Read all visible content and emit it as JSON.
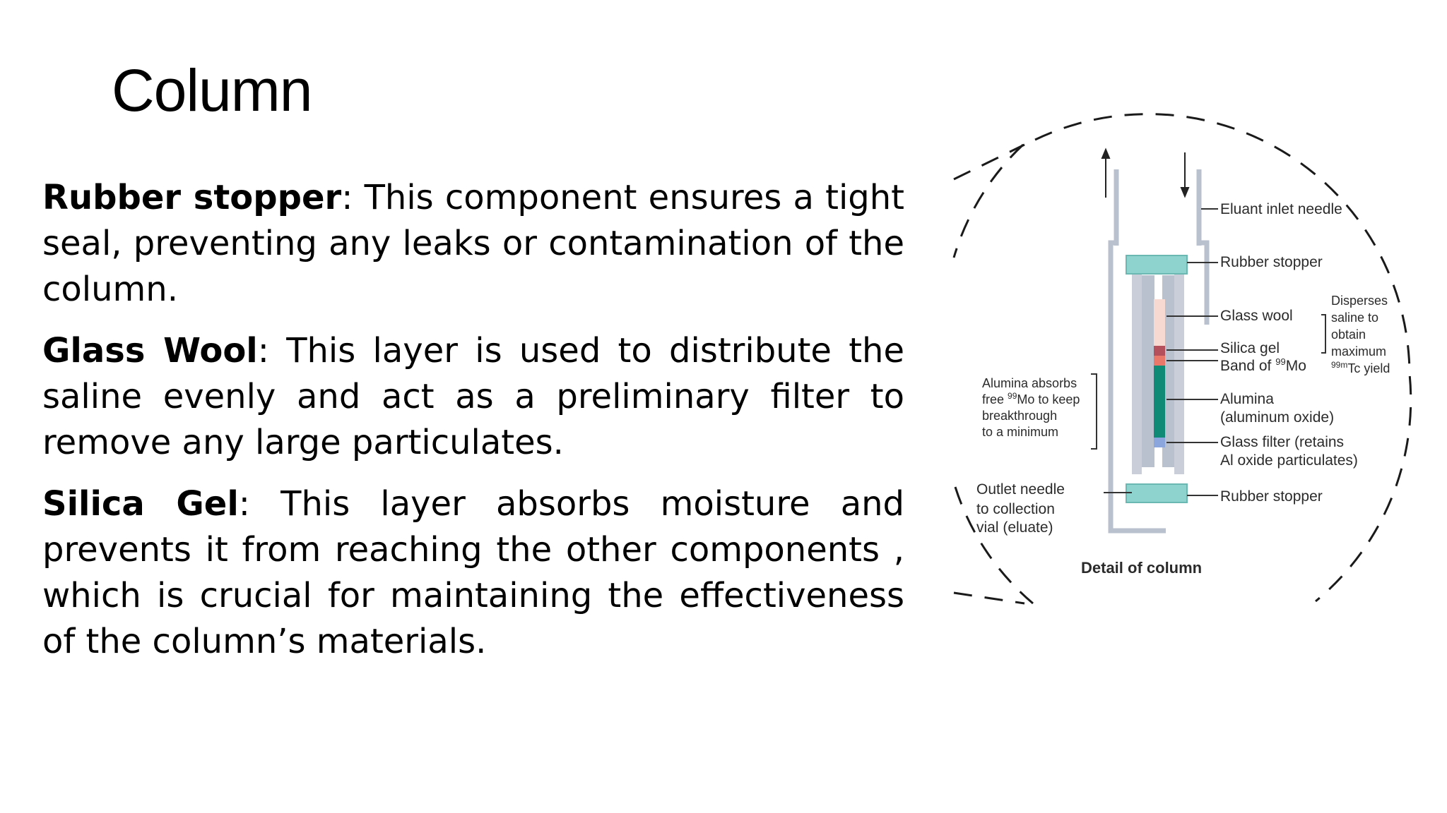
{
  "slide": {
    "title": "Column",
    "paragraphs": [
      {
        "term": "Rubber stopper",
        "text": ": This component ensures a tight seal, preventing any leaks or contamination of the column."
      },
      {
        "term": "Glass Wool",
        "text": ": This layer is used to distribute the saline evenly and act as a preliminary filter to remove any large particulates."
      },
      {
        "term": "Silica Gel",
        "text": ": This layer absorbs moisture and prevents it from reaching the other components , which is crucial for maintaining the effectiveness of the column’s materials."
      }
    ]
  },
  "diagram": {
    "caption": "Detail of column",
    "labels": {
      "eluant_inlet": "Eluant inlet needle",
      "rubber_stopper_top": "Rubber stopper",
      "glass_wool": "Glass wool",
      "silica_gel": "Silica gel",
      "band_prefix": "Band of ",
      "band_sup": "99",
      "band_suffix": "Mo",
      "alumina_1": "Alumina",
      "alumina_2": "(aluminum oxide)",
      "glass_filter_1": "Glass filter (retains",
      "glass_filter_2": "Al oxide particulates)",
      "rubber_stopper_bottom": "Rubber stopper",
      "disperses": [
        "Disperses",
        "saline to",
        "obtain",
        "maximum"
      ],
      "tc_sup": "99m",
      "tc_suffix": "Tc yield",
      "alumina_absorbs_1": "Alumina absorbs",
      "alumina_absorbs_2_prefix": "free ",
      "alumina_absorbs_2_sup": "99",
      "alumina_absorbs_2_suffix": "Mo to keep",
      "alumina_absorbs_3": "breakthrough",
      "alumina_absorbs_4": "to a minimum",
      "outlet_1": "Outlet needle",
      "outlet_2": "to collection",
      "outlet_3": "vial (eluate)"
    },
    "colors": {
      "stopper": "#8fd3cf",
      "tube": "#b9c0ce",
      "glass_wool": "#f7d9d2",
      "silica_gel": "#b3505c",
      "band": "#e9786a",
      "alumina": "#0e8a75",
      "glass_filter": "#8aa6dc"
    }
  }
}
